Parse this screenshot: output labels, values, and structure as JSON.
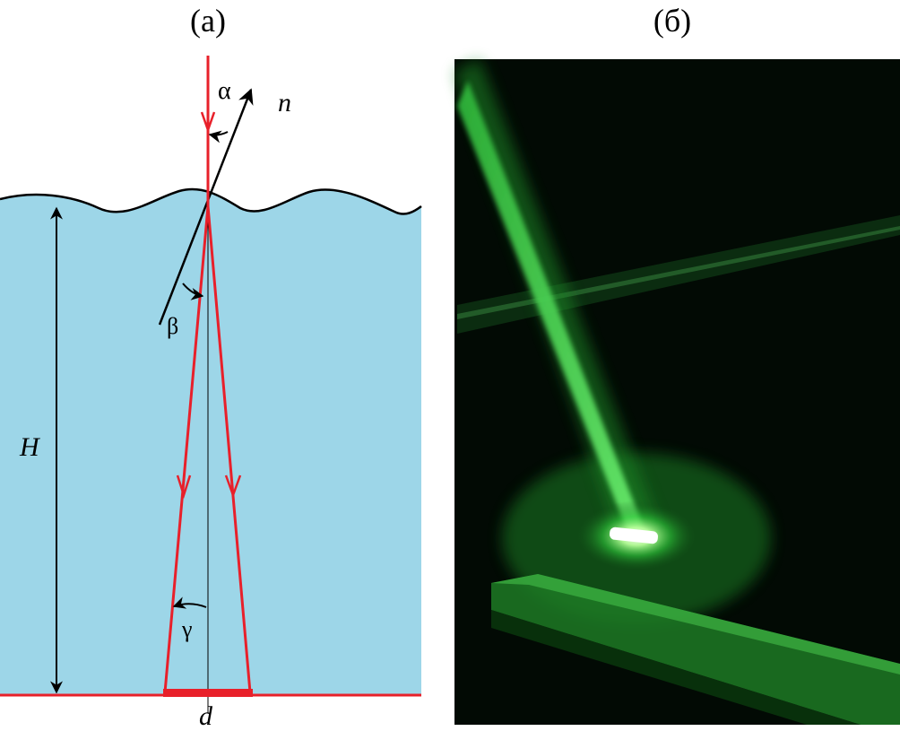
{
  "panels": {
    "a": {
      "label": "(а)"
    },
    "b": {
      "label": "(б)"
    }
  },
  "diagram": {
    "symbols": {
      "alpha": "α",
      "normal": "n",
      "beta": "β",
      "depth": "H",
      "gamma": "γ",
      "spot": "d"
    }
  },
  "colors": {
    "water": "#9dd6e8",
    "beam": "#e8202a",
    "line": "#000000",
    "photo_background": "#020a04",
    "laser_green": "#3fe04a"
  }
}
